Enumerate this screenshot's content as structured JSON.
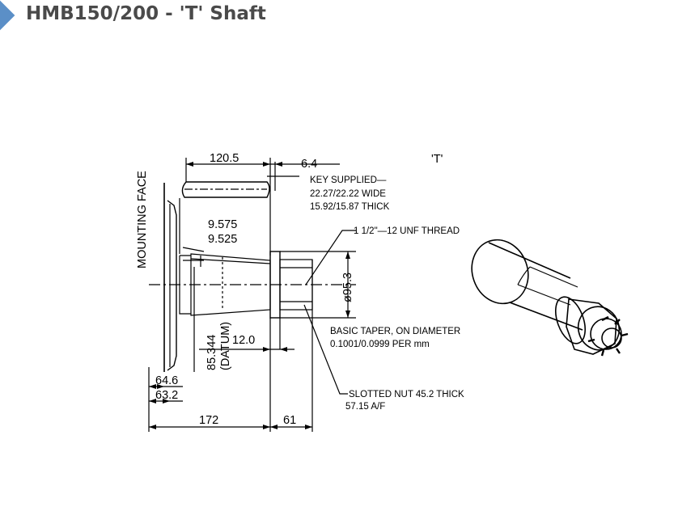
{
  "header": {
    "title": "HMB150/200 - 'T' Shaft",
    "accent_color": "#5b8fc7",
    "icon": "diamond-bullet-icon"
  },
  "drawing": {
    "mounting_face": "MOUNTING FACE",
    "view_tag": "'T'",
    "dims": {
      "key_length": "120.5",
      "key_offset": "6.4",
      "taper_upper": "9.575",
      "taper_lower": "9.525",
      "diameter": "ø95.3",
      "shoulder": "12.0",
      "datum_value": "85.344",
      "datum_label": "(DATUM)",
      "flange_upper": "64.6",
      "flange_lower": "63.2",
      "overall": "172",
      "nut_length": "61"
    },
    "notes": {
      "key_line1": "KEY SUPPLIED—",
      "key_line2": "22.27/22.22 WIDE",
      "key_line3": "15.92/15.87 THICK",
      "thread": "1 1/2\"—12 UNF THREAD",
      "taper_line1": "BASIC TAPER, ON DIAMETER",
      "taper_line2": "0.1001/0.0999 PER mm",
      "nut_line1": "SLOTTED NUT 45.2 THICK",
      "nut_line2": "57.15 A/F"
    }
  }
}
